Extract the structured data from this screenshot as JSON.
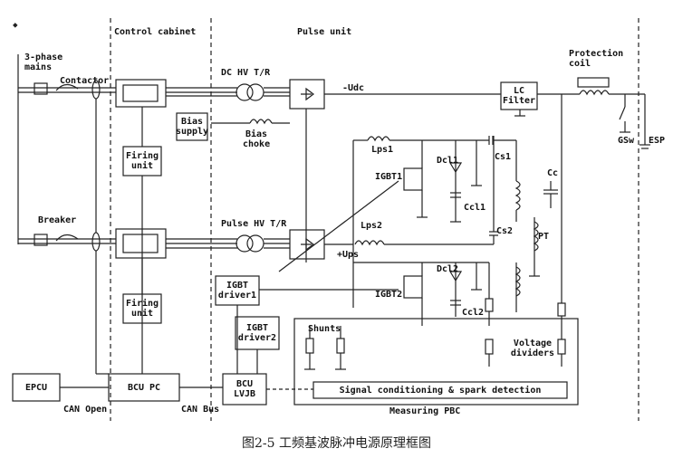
{
  "sections": {
    "control_cabinet": "Control cabinet",
    "pulse_unit": "Pulse unit"
  },
  "labels": {
    "mains": "3-phase\nmains",
    "contactor": "Contactor",
    "breaker": "Breaker",
    "dc_tr": "DC HV T/R",
    "pulse_tr": "Pulse HV T/R",
    "udc": "-Udc",
    "ups": "+Ups",
    "bias_choke": "Bias\nchoke",
    "protection_coil": "Protection\ncoil",
    "gsw": "GSw",
    "esp": "ESP",
    "lps1": "Lps1",
    "lps2": "Lps2",
    "dcl1": "Dcl1",
    "dcl2": "Dcl2",
    "ccl1": "Ccl1",
    "ccl2": "Ccl2",
    "cs1": "Cs1",
    "cs2": "Cs2",
    "cc": "Cc",
    "pt": "PT",
    "igbt1": "IGBT1",
    "igbt2": "IGBT2",
    "shunts": "Shunts",
    "can_open": "CAN Open",
    "can_bus": "CAN Bus",
    "measuring_pbc": "Measuring PBC"
  },
  "boxes": {
    "bias_supply": "Bias\nsupply",
    "firing_unit_top": "Firing\nunit",
    "firing_unit_bottom": "Firing\nunit",
    "lc_filter": "LC\nFilter",
    "igbt_driver1": "IGBT\ndriver1",
    "igbt_driver2": "IGBT\ndriver2",
    "voltage_dividers": "Voltage\ndividers",
    "epcu": "EPCU",
    "bcu_pc": "BCU PC",
    "bcu_lvjb": "BCU\nLVJB",
    "signal_conditioning": "Signal conditioning & spark detection"
  },
  "caption": "图2-5   工频基波脉冲电源原理框图"
}
